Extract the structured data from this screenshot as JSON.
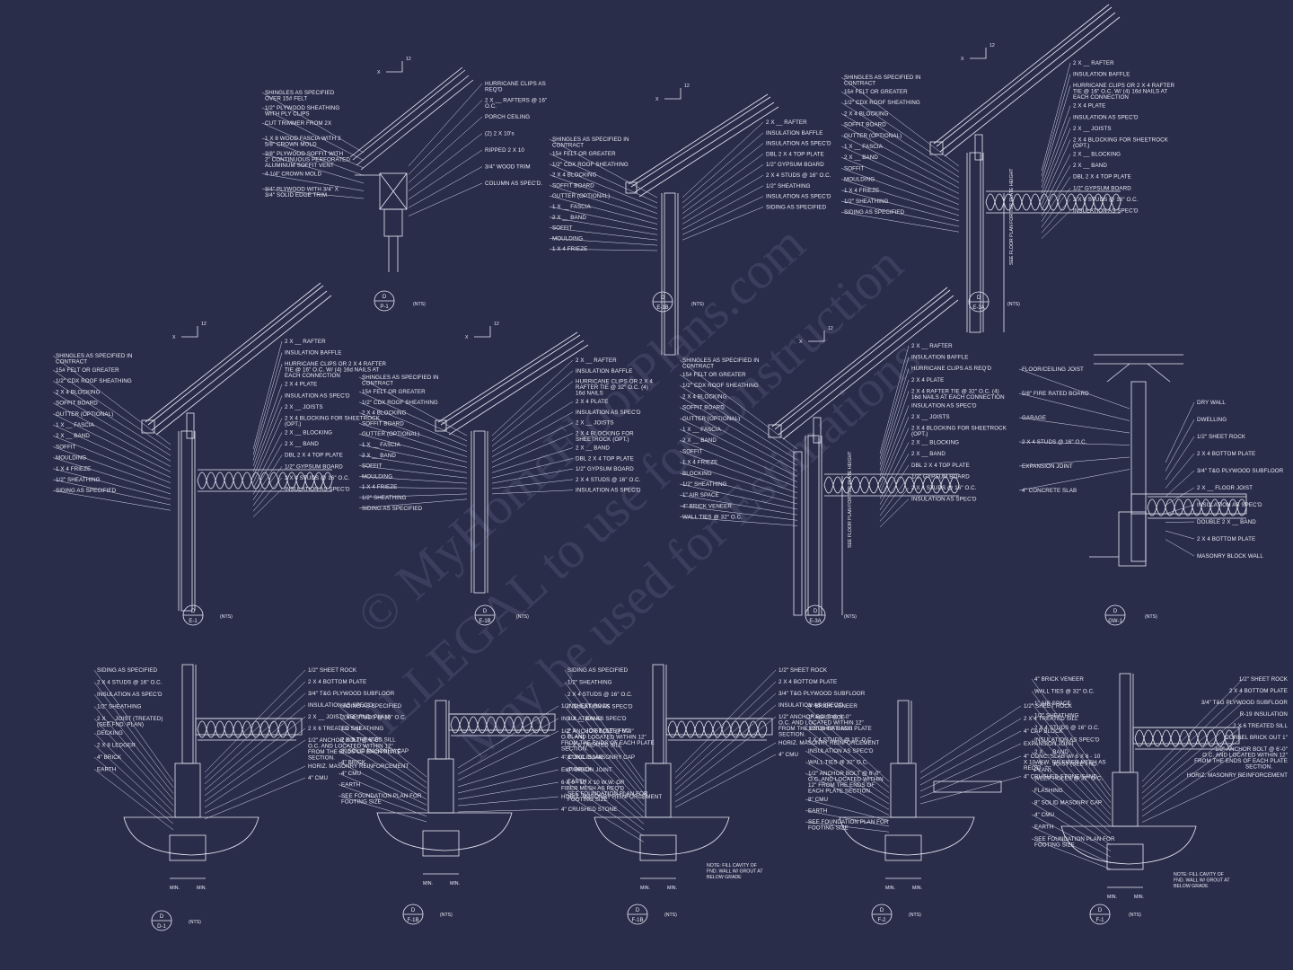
{
  "watermark": {
    "line1": "© MyHomeFloorPlans.com",
    "line2": "ILLEGAL to use for construction",
    "line3": "May be used for Estimations"
  },
  "details": [
    {
      "id": "eave-porch",
      "tag_top": "D",
      "tag_bottom": "P-1",
      "scale": "(NTS)",
      "left_labels": [
        "SHINGLES AS SPECIFIED OVER 15# FELT",
        "1/2\" PLYWOOD SHEATHING WITH PLY CLIPS",
        "CUT TRIMMER FROM 2X",
        "1 X 8 WOOD FASCIA WITH 3 5/8\" CROWN MOLD",
        "3/8\" PLYWOOD SOFFIT WITH 2\" CONTINUOUS PERFORATED ALUMINUM SOFFIT VENT",
        "4 1/4\" CROWN MOLD",
        "3/4\" PLYWOOD WITH 3/4\" X 3/4\" SOLID EDGE TRIM"
      ],
      "right_labels": [
        "HURRICANE CLIPS AS REQ'D",
        "2 X __ RAFTERS @ 16\" O.C.",
        "PORCH CEILING",
        "(2) 2 X 10's",
        "RIPPED 2 X 10",
        "3/4\" WOOD TRIM",
        "COLUMN AS SPEC'D."
      ]
    },
    {
      "id": "eave-e1b",
      "tag_top": "D",
      "tag_bottom": "E-1B",
      "scale": "(NTS)",
      "left_labels": [
        "SHINGLES AS SPECIFIED IN CONTRACT",
        "15# FELT OR GREATER",
        "1/2\" CDX ROOF SHEATHING",
        "2 X 4 BLOCKING",
        "SOFFIT BOARD",
        "GUTTER (OPTIONAL)",
        "1 X __ FASCIA",
        "2 X __ BAND",
        "SOFFIT",
        "MOULDING",
        "1 X 4 FRIEZE"
      ],
      "right_labels": [
        "2 X __ RAFTER",
        "INSULATION BAFFLE",
        "INSULATION AS SPEC'D",
        "DBL 2 X 4 TOP PLATE",
        "1/2\" GYPSUM BOARD",
        "2 X 4 STUDS @ 16\" O.C.",
        "1/2\" SHEATHING",
        "INSULATION AS SPEC'D",
        "SIDING AS SPECIFIED"
      ]
    },
    {
      "id": "eave-e3a",
      "tag_top": "D",
      "tag_bottom": "E-3A",
      "scale": "(NTS)",
      "left_labels": [
        "SHINGLES AS SPECIFIED IN CONTRACT",
        "15# FELT OR GREATER",
        "1/2\" CDX ROOF SHEATHING",
        "2 X 4 BLOCKING",
        "SOFFIT BOARD",
        "GUTTER (OPTIONAL)",
        "1 X __ FASCIA",
        "2 X __ BAND",
        "SOFFIT",
        "MOULDING",
        "1 X 4 FRIEZE",
        "1/2\" SHEATHING",
        "SIDING AS SPECIFIED"
      ],
      "right_labels": [
        "2 X __ RAFTER",
        "INSULATION BAFFLE",
        "HURRICANE CLIPS OR 2 X 4 RAFTER TIE @ 16\" O.C. W/ (4) 16d NAILS AT EACH CONNECTION",
        "2 X 4 PLATE",
        "INSULATION AS SPEC'D",
        "2 X __ JOISTS",
        "2 X 4 BLOCKING FOR SHEETROCK (OPT.)",
        "2 X __ BLOCKING",
        "2 X __ BAND",
        "DBL 2 X 4 TOP PLATE",
        "1/2\" GYPSUM BOARD",
        "2 X 4 STUDS @ 16\" O.C.",
        "INSULATION AS SPEC'D"
      ],
      "vertical_note": "SEE FLOOR PLAN FOR TOP PLATE HEIGHT"
    },
    {
      "id": "eave-e1",
      "tag_top": "D",
      "tag_bottom": "E-1",
      "scale": "(NTS)",
      "left_labels": [
        "SHINGLES AS SPECIFIED IN CONTRACT",
        "15# FELT OR GREATER",
        "1/2\" CDX ROOF SHEATHING",
        "2 X 4 BLOCKING",
        "SOFFIT BOARD",
        "GUTTER (OPTIONAL)",
        "1 X __ FASCIA",
        "2 X __ BAND",
        "SOFFIT",
        "MOULDING",
        "1 X 4 FRIEZE",
        "1/2\" SHEATHING",
        "SIDING AS SPECIFIED"
      ],
      "right_labels": [
        "2 X __ RAFTER",
        "INSULATION BAFFLE",
        "HURRICANE CLIPS OR 2 X 4 RAFTER TIE @ 16\" O.C. W/ (4) 16d NAILS AT EACH CONNECTION",
        "2 X 4 PLATE",
        "INSULATION AS SPEC'D",
        "2 X __ JOISTS",
        "2 X 4 BLOCKING FOR SHEETROCK (OPT.)",
        "2 X __ BLOCKING",
        "2 X __ BAND",
        "DBL 2 X 4 TOP PLATE",
        "1/2\" GYPSUM BOARD",
        "2 X 4 STUDS @ 16\" O.C.",
        "INSULATION AS SPEC'D"
      ]
    },
    {
      "id": "eave-e1b-2",
      "tag_top": "D",
      "tag_bottom": "E-1B",
      "scale": "(NTS)",
      "left_labels": [
        "SHINGLES AS SPECIFIED IN CONTRACT",
        "15# FELT OR GREATER",
        "1/2\" CDX ROOF SHEATHING",
        "2 X 4 BLOCKING",
        "SOFFIT BOARD",
        "GUTTER (OPTIONAL)",
        "1 X __ FASCIA",
        "2 X __ BAND",
        "SOFFIT",
        "MOULDING",
        "1 X 4 FRIEZE",
        "1/2\" SHEATHING",
        "SIDING AS SPECIFIED"
      ],
      "right_labels": [
        "2 X __ RAFTER",
        "INSULATION BAFFLE",
        "HURRICANE CLIPS OR 2 X 4 RAFTER TIE @ 32\" O.C. (4) 16d NAILS",
        "2 X 4 PLATE",
        "INSULATION AS SPEC'D",
        "2 X __ JOISTS",
        "2 X 4 BLOCKING FOR SHEETROCK (OPT.)",
        "2 X __ BAND",
        "DBL 2 X 4 TOP PLATE",
        "1/2\" GYPSUM BOARD",
        "2 X 4 STUDS @ 16\" O.C.",
        "INSULATION AS SPEC'D"
      ]
    },
    {
      "id": "eave-e3a-brick",
      "tag_top": "D",
      "tag_bottom": "E-3A",
      "scale": "(NTS)",
      "left_labels": [
        "SHINGLES AS SPECIFIED IN CONTRACT",
        "15# FELT OR GREATER",
        "1/2\" CDX ROOF SHEATHING",
        "2 X 4 BLOCKING",
        "SOFFIT BOARD",
        "GUTTER (OPTIONAL)",
        "1 X __ FASCIA",
        "2 X __ BAND",
        "SOFFIT",
        "1 X 4 FRIEZE",
        "BLOCKING",
        "1/2\" SHEATHING",
        "1\" AIR SPACE",
        "4\" BRICK VENEER",
        "WALL TIES @ 32\" O.C."
      ],
      "right_labels": [
        "2 X __ RAFTER",
        "INSULATION BAFFLE",
        "HURRICANE CLIPS AS REQ'D",
        "2 X 4 PLATE",
        "2 X 4 RAFTER TIE @ 32\" O.C. (4) 16d NAILS AT EACH CONNECTION",
        "INSULATION AS SPEC'D",
        "2 X __ JOISTS",
        "2 X 4 BLOCKING FOR SHEETROCK (OPT.)",
        "2 X __ BLOCKING",
        "2 X __ BAND",
        "DBL 2 X 4 TOP PLATE",
        "1/2\" GYPSUM BOARD",
        "2 X 4 STUDS @ 16\" O.C.",
        "INSULATION AS SPEC'D"
      ],
      "vertical_note": "SEE FLOOR PLAN FOR TOP PLATE HEIGHT"
    },
    {
      "id": "garage-wall",
      "tag_top": "D",
      "tag_bottom": "GW-1",
      "scale": "(NTS)",
      "left_labels": [
        "FLOOR/CEILING JOIST",
        "5/8\" FIRE RATED BOARD",
        "GARAGE",
        "2 X 4 STUDS @ 16\" O.C.",
        "EXPANSION JOINT",
        "4\" CONCRETE SLAB"
      ],
      "right_labels": [
        "DRY WALL",
        "DWELLING",
        "1/2\" SHEET ROCK",
        "2 X 4 BOTTOM PLATE",
        "3/4\" T&G PLYWOOD SUBFLOOR",
        "2 X __ FLOOR JOIST",
        "INSULATION AS SPEC'D",
        "DOUBLE 2 X __ BAND",
        "2 X 4 BOTTOM PLATE",
        "MASONRY BLOCK WALL"
      ]
    },
    {
      "id": "found-d1",
      "tag_top": "D",
      "tag_bottom": "D-1",
      "scale": "(NTS)",
      "left_labels": [
        "SIDING AS SPECIFIED",
        "2 X 4 STUDS @ 16\" O.C.",
        "INSULATION AS SPEC'D",
        "1/2\" SHEATHING",
        "2 X __ JOIST (TREATED) (SEE FND. PLAN)",
        "DECKING",
        "2 X 8 LEDGER",
        "4\" BRICK",
        "EARTH"
      ],
      "right_labels": [
        "1/2\" SHEET ROCK",
        "2 X 4 BOTTOM PLATE",
        "3/4\" T&G PLYWOOD SUBFLOOR",
        "INSULATION AS SPEC'D",
        "2 X __ JOIST (SEE FND. PLAN)",
        "2 X 6 TREATED SILL",
        "1/2\" ANCHOR BOLT @ 6'-0\" O.C. AND LOCATED WITHIN 12\" FROM THE ENDS OF EACH PLATE SECTION.",
        "HORIZ. MASONRY REINFORCEMENT",
        "4\" CMU"
      ],
      "dims": [
        "MIN.",
        "MIN."
      ]
    },
    {
      "id": "found-f1b",
      "tag_top": "D",
      "tag_bottom": "F-1B",
      "scale": "(NTS)",
      "left_labels": [
        "SIDING AS SPECIFIED",
        "2 X 4 STUDS @ 16\" O.C.",
        "1/2 SHEATHING",
        "2 X 6 TREATED SILL",
        "8\" SOLID MASONRY CAP",
        "4\" BRICK",
        "4\" CMU",
        "EARTH",
        "SEE FOUNDATION PLAN FOR FOOTING SIZE"
      ],
      "right_labels": [
        "1/2\" SHEET ROCK",
        "INSULATION AS SPEC'D",
        "1/2\" ANCHOR BOLT @ 6'-0\" O.C. AND LOCATED WITHIN 12\" FROM THE ENDS OF EACH PLATE SECTION.",
        "4\" CONC. SLAB",
        "EXPANSION JOINT",
        "6 X 6 - 10 X 10 W.W. OR FIBER MESH AS REQ'D",
        "HORIZ. MASONRY REINFORCEMENT",
        "4\" CRUSHED STONE"
      ],
      "dims": [
        "MIN.",
        "MIN."
      ]
    },
    {
      "id": "found-f1b-2",
      "tag_top": "D",
      "tag_bottom": "F-1B",
      "scale": "(NTS)",
      "left_labels": [
        "SIDING AS SPECIFIED",
        "1/2\" SHEATHING",
        "2 X 4 STUDS @ 16\" O.C.",
        "INSULATION AS SPEC'D",
        "2 X __ BAND",
        "2 X __ JOIST (SEE FND. PLAN)",
        "2 X 6 TREATED SILL",
        "8\" SOLID MASONRY CAP",
        "4\" BRICK",
        "EARTH",
        "SEE FOUNDATION PLAN FOR FOOTING SIZE"
      ],
      "right_labels": [
        "1/2\" SHEET ROCK",
        "2 X 4 BOTTOM PLATE",
        "3/4\" T&G PLYWOOD SUBFLOOR",
        "INSULATION AS SPEC'D",
        "1/2\" ANCHOR BOLT @ 6'-0\" O.C. AND LOCATED WITHIN 12\" FROM THE ENDS OF EACH PLATE SECTION.",
        "HORIZ. MASONRY REINFORCEMENT",
        "4\" CMU"
      ],
      "note": "NOTE: FILL CAVITY OF FND. WALL W/ GROUT AT BELOW GRADE",
      "dims": [
        "MIN.",
        "MIN."
      ]
    },
    {
      "id": "found-f2",
      "tag_top": "D",
      "tag_bottom": "F-2",
      "scale": "(NTS)",
      "left_labels": [
        "4\" BRICK VENEER",
        "1\" AIR SPACE",
        "1/2\" SHEATHING",
        "2 X 4 STUDS @ 16\" O.C.",
        "INSULATION AS SPEC'D",
        "WALL TIES @ 32\" O.C.",
        "1/2\" ANCHOR BOLT @ 6'-0\" O.C. AND LOCATED WITHIN 12\" FROM THE ENDS OF EACH PLATE SECTION.",
        "8\" CMU",
        "EARTH",
        "SEE FOUNDATION PLAN FOR FOOTING SIZE"
      ],
      "right_labels": [
        "1/2\" SHEET ROCK",
        "2 X 4 TREATED SILL",
        "4\" CAP BLOCK",
        "EXPANSION JOINT",
        "4\" CONC. SLAB W/ 6 X 6 - 10 X 10 W.W. OR FIBER MESH AS REQ'D",
        "4\" CRUSHED STONE/SAND"
      ],
      "dims": [
        "MIN.",
        "MIN."
      ]
    },
    {
      "id": "found-f1",
      "tag_top": "D",
      "tag_bottom": "F-1",
      "scale": "(NTS)",
      "left_labels": [
        "4\" BRICK VENEER",
        "WALL TIES @ 32\" O.C.",
        "1\" AIR SPACE",
        "1/2\" SHEATHING",
        "2 X 4 STUDS @ 16\" O.C.",
        "INSULATION AS SPEC'D",
        "2 X __ BAND",
        "2 X __ JOIST (SEE FND. PLAN)",
        "WEEP HOLES @ 32\" O.C.",
        "FLASHING",
        "8\" SOLID MASONRY CAP",
        "4\" CMU",
        "EARTH",
        "SEE FOUNDATION PLAN FOR FOOTING SIZE"
      ],
      "right_labels": [
        "1/2\" SHEET ROCK",
        "2 X 4 BOTTOM PLATE",
        "3/4\" T&G PLYWOOD SUBFLOOR",
        "R-19 INSULATION",
        "2 X 6 TREATED SILL",
        "CORBEL BRICK OUT 1\"",
        "1/2\" ANCHOR BOLT @ 6'-0\" O.C. AND LOCATED WITHIN 12\" FROM THE ENDS OF EACH PLATE SECTION.",
        "HORIZ. MASONRY REINFORCEMENT"
      ],
      "note": "NOTE: FILL CAVITY OF FND. WALL W/ GROUT AT BELOW GRADE",
      "dims": [
        "MIN.",
        "MIN."
      ]
    }
  ],
  "colors": {
    "background": "#2a2d4a",
    "linework": "#e9ebf5",
    "watermark": "#4a4e6e"
  }
}
